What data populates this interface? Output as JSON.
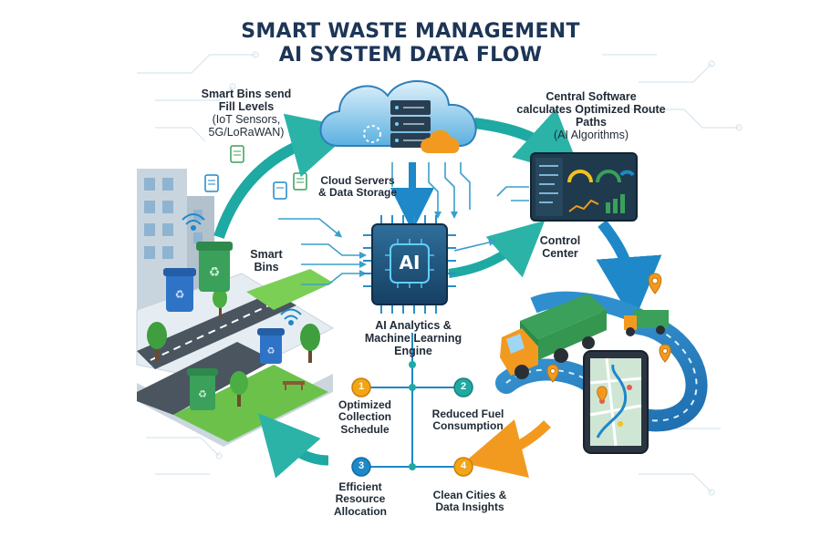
{
  "title": {
    "line1": "SMART WASTE MANAGEMENT",
    "line2": "AI SYSTEM DATA FLOW"
  },
  "labels": {
    "smart_bins_send": [
      "Smart Bins send",
      "Fill Levels"
    ],
    "smart_bins_send_sub": [
      "(IoT Sensors,",
      "5G/LoRaWAN)"
    ],
    "cloud": [
      "Cloud Servers",
      "& Data Storage"
    ],
    "central": [
      "Central Software",
      "calculates Optimized Route",
      "Paths"
    ],
    "central_sub": "(AI Algorithms)",
    "smart_bins": [
      "Smart",
      "Bins"
    ],
    "control": [
      "Control",
      "Center"
    ],
    "ai_chip": "AI",
    "ai_engine": [
      "AI Analytics &",
      "Machine Learning",
      "Engine"
    ]
  },
  "outcomes": [
    {
      "num": "1",
      "lines": [
        "Optimized",
        "Collection",
        "Schedule"
      ]
    },
    {
      "num": "2",
      "lines": [
        "Reduced Fuel",
        "Consumption"
      ]
    },
    {
      "num": "3",
      "lines": [
        "Efficient",
        "Resource",
        "Allocation"
      ]
    },
    {
      "num": "4",
      "lines": [
        "Clean Cities &",
        "Data Insights"
      ]
    }
  ],
  "colors": {
    "title": "#1d3557",
    "accent_teal": "#1fa9a3",
    "accent_blue": "#1e88c8",
    "orange": "#f29a1f",
    "green_bin": "#3aa05a",
    "blue_bin": "#2f73c7",
    "dark_panel": "#1f3a4d"
  }
}
